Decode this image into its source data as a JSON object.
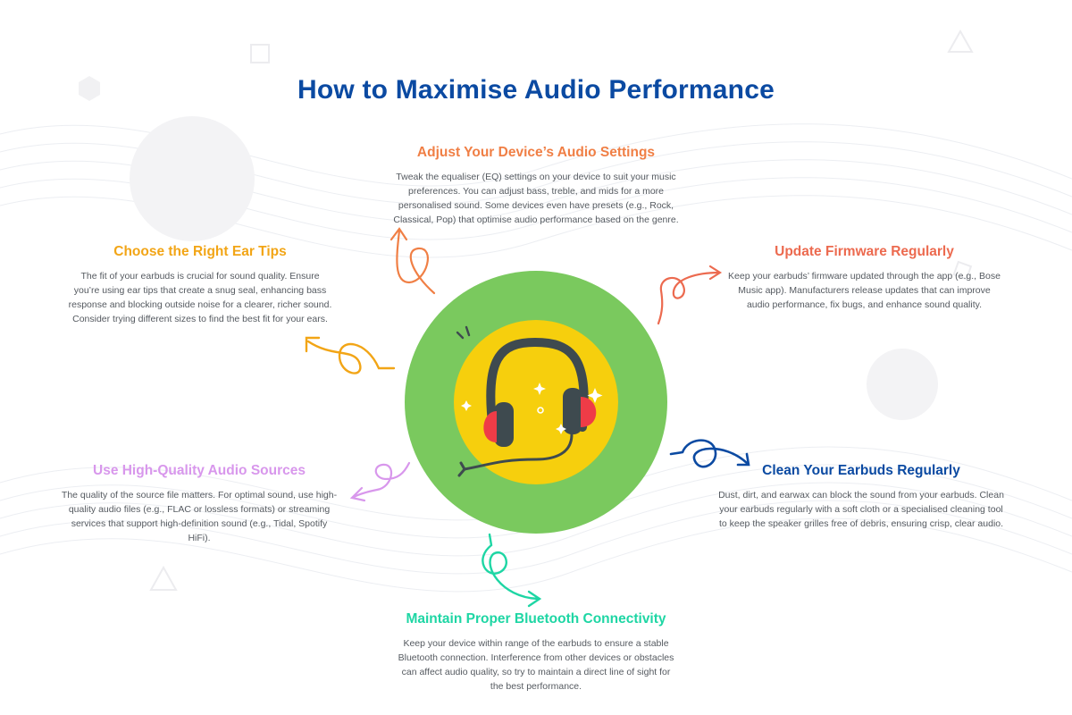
{
  "title": "How to Maximise Audio Performance",
  "colors": {
    "title": "#0b4aa2",
    "outer_circle": "#7ac95e",
    "inner_circle": "#f6cf0d",
    "device": "#f07f45",
    "eartips": "#f2a516",
    "firmware": "#ec6a4f",
    "sources": "#d897ec",
    "clean": "#0b4aa2",
    "bluetooth": "#1ed6a4"
  },
  "icons": [
    "headphones-icon",
    "sparkle-icon"
  ],
  "tips": {
    "device": {
      "heading": "Adjust Your Device’s Audio Settings",
      "body": "Tweak the equaliser (EQ) settings on your device to suit your music preferences. You can adjust bass, treble, and mids for a more personalised sound. Some devices even have presets (e.g., Rock, Classical, Pop) that optimise audio performance based on the genre."
    },
    "eartips": {
      "heading": "Choose the Right Ear Tips",
      "body": "The fit of your earbuds is crucial for sound quality. Ensure you’re using ear tips that create a snug seal, enhancing bass response and blocking outside noise for a clearer, richer sound. Consider trying different sizes to find the best fit for your ears."
    },
    "firmware": {
      "heading": "Update Firmware Regularly",
      "body": "Keep your earbuds’ firmware updated through the app (e.g., Bose Music app). Manufacturers release updates that can improve audio performance, fix bugs, and enhance sound quality."
    },
    "sources": {
      "heading": "Use High-Quality Audio Sources",
      "body": "The quality of the source file matters. For optimal sound, use high-quality audio files (e.g., FLAC or lossless formats) or streaming services that support high-definition sound (e.g., Tidal, Spotify HiFi)."
    },
    "clean": {
      "heading": "Clean Your Earbuds Regularly",
      "body": "Dust, dirt, and earwax can block the sound from your earbuds. Clean your earbuds regularly with a soft cloth or a specialised cleaning tool to keep the speaker grilles free of debris, ensuring crisp, clear audio."
    },
    "bluetooth": {
      "heading": "Maintain Proper Bluetooth Connectivity",
      "body": "Keep your device within range of the earbuds to ensure a stable Bluetooth connection. Interference from other devices or obstacles can affect audio quality, so try to maintain a direct line of sight for the best performance."
    }
  }
}
